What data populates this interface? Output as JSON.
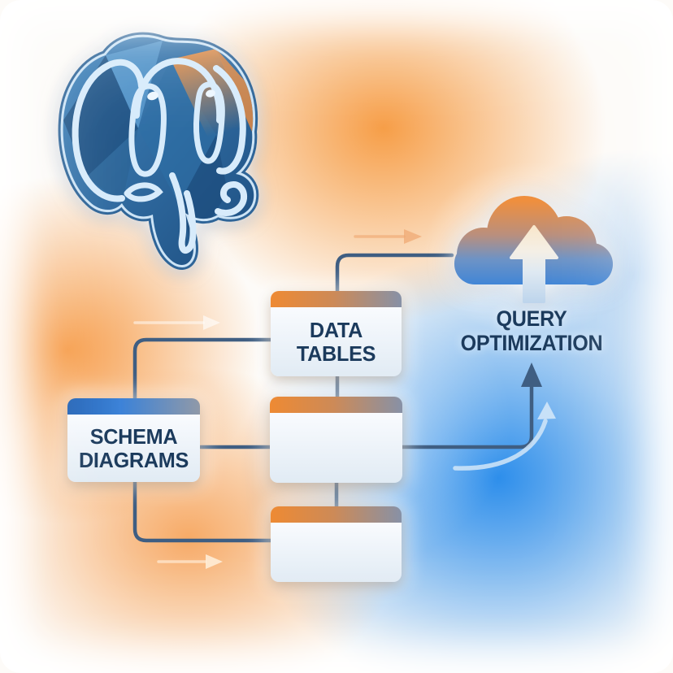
{
  "logo": {
    "icon": "postgresql-elephant-icon"
  },
  "nodes": {
    "data_tables": {
      "label": "DATA TABLES"
    },
    "schema_diagrams": {
      "label": "SCHEMA DIAGRAMS"
    },
    "empty_table_1": {
      "label": ""
    },
    "empty_table_2": {
      "label": ""
    }
  },
  "cloud": {
    "label": "QUERY OPTIMIZATION",
    "icon": "cloud-upload-icon"
  },
  "icons": {
    "flow_arrows": "arrow-right-icon",
    "dark_arrow": "arrow-up-icon",
    "light_arrow": "curved-arrow-up-icon"
  },
  "colors": {
    "accent_orange": "#F08A38",
    "accent_blue": "#2E7FD8",
    "connector": "#3F5E82",
    "text": "#1B3A5C",
    "panel": "#EDF3FA"
  }
}
